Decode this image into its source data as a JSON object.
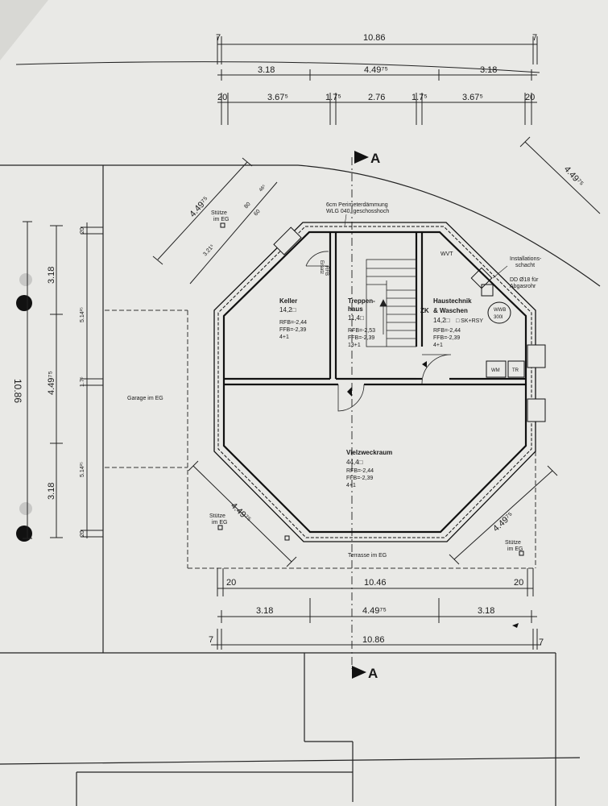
{
  "section_marker": {
    "label": "A"
  },
  "dims_top": {
    "overall": "10.86",
    "left_end": "7",
    "right_end": "7",
    "segments": [
      "3.18",
      "4.49⁷⁵",
      "3.18"
    ],
    "inner": [
      "20",
      "3.67⁵",
      "1.7⁵",
      "2.76",
      "1.7⁵",
      "3.67⁵",
      "20"
    ]
  },
  "dims_bottom": {
    "inner_total": "10.46",
    "inner_left": "20",
    "inner_right": "20",
    "segments": [
      "3.18",
      "4.49⁷⁵",
      "3.18"
    ],
    "overall": "10.86",
    "left_end": "7",
    "right_end": "7"
  },
  "dims_left": {
    "overall": "10.86",
    "segments": [
      "3.18",
      "4.49⁷⁵",
      "3.18"
    ],
    "inner": [
      "20",
      "5.14²⁵",
      "1.7⁵",
      "5.14²⁵",
      "20"
    ]
  },
  "diagonal_dims": {
    "top_left": "4.49⁷⁵",
    "top_left_inner": "3.21⁵",
    "top_left_small_a": "80",
    "top_left_small_b": "46⁵",
    "top_left_small_c": "60",
    "top_right": "4.49⁷⁵",
    "bottom_left": "4.49⁷⁵",
    "bottom_right": "4.49⁷⁵"
  },
  "annotations": {
    "insulation_line1": "6cm Perimeterdämmung",
    "insulation_line2": "WLG 040, geschosshoch",
    "column_top_line1": "Stütze",
    "column_top_line2": "im EG",
    "column_bl_line1": "Stütze",
    "column_bl_line2": "im EG",
    "column_br_line1": "Stütze",
    "column_br_line2": "im EG",
    "garage": "Garage im EG",
    "terrace": "Terrasse im EG",
    "install_shaft_1": "Installations-",
    "install_shaft_2": "schacht",
    "install_dd_1": "DD Ø18 für",
    "install_dd_2": "Abgasrohr",
    "wvt": "WVT",
    "ersatz_1": "Ersatz",
    "ersatz_2": "RFB"
  },
  "rooms": {
    "keller": {
      "name": "Keller",
      "area": "14,2□",
      "rfb": "RFB=-2,44",
      "ffb": "FFB=-2,39",
      "note": "4+1"
    },
    "treppenhaus": {
      "name_1": "Treppen-",
      "name_2": "haus",
      "area": "11,4□",
      "rfb": "RFB=-2,53",
      "ffb": "FFB=-2,39",
      "note": "13+1"
    },
    "haustechnik": {
      "name_1": "Haustechnik",
      "name_2": "& Waschen",
      "area": "14,2□",
      "extra": "□ SK+RSY",
      "rfb": "RFB=-2,44",
      "ffb": "FFB=-2,39",
      "note": "4+1",
      "zk": "ZK"
    },
    "vielzweck": {
      "name": "Vielzweckraum",
      "area": "44,4□",
      "rfb": "RFB=-2,44",
      "ffb": "FFB=-2,39",
      "note": "4+1"
    }
  },
  "equipment": {
    "tank_1": "WWB",
    "tank_2": "300l",
    "wm": "WM",
    "tr": "TR"
  }
}
